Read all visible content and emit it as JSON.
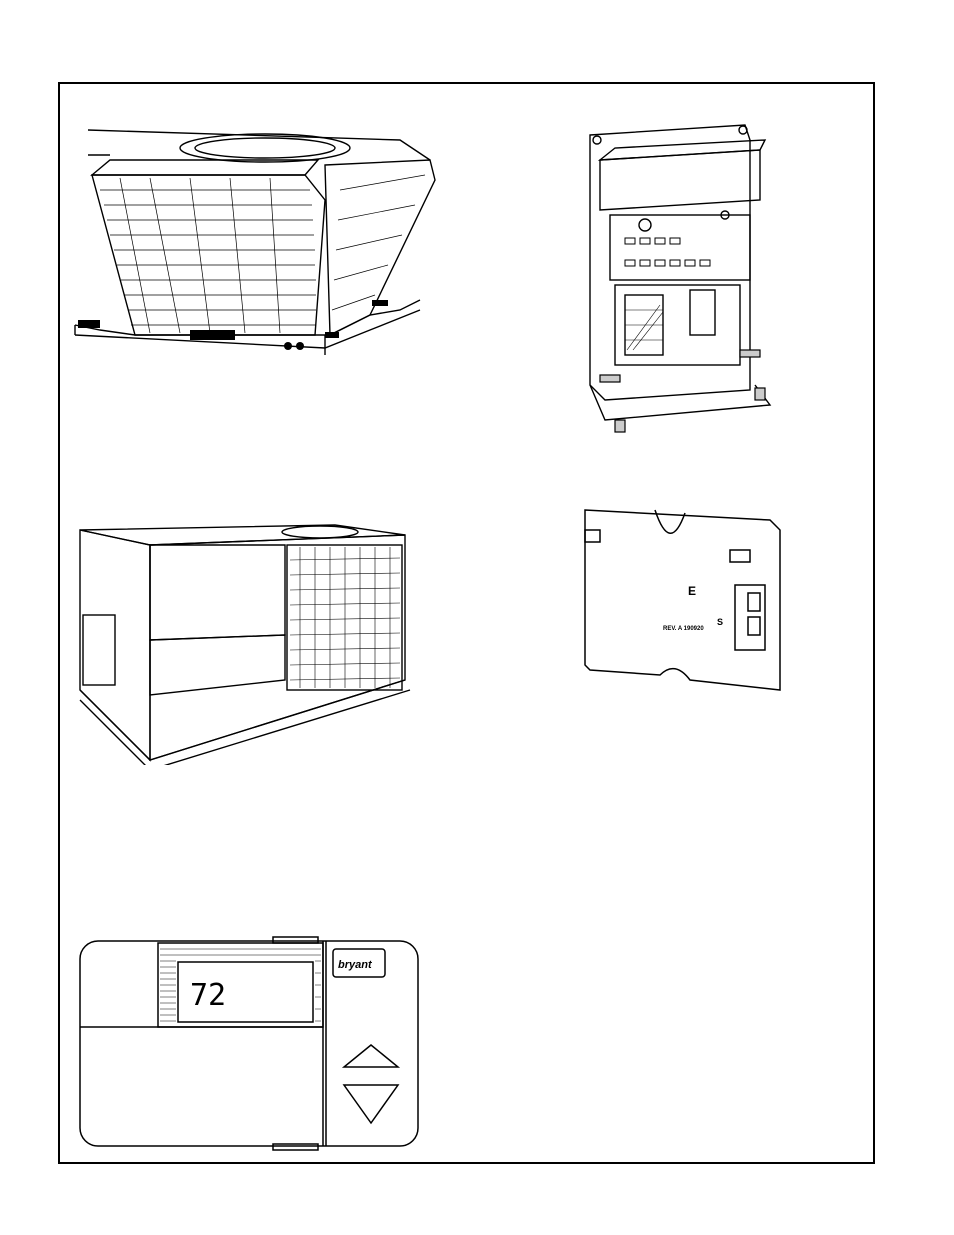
{
  "figures": {
    "rooftop_unit_1": {
      "name": "rooftop-unit-slanted-coil"
    },
    "control_board": {
      "name": "control-board-bracket"
    },
    "rooftop_unit_2": {
      "name": "rooftop-unit-grille"
    },
    "sensor_module": {
      "name": "sensor-module",
      "text_e": "E",
      "text_s": "S",
      "text_rev": "REV. A  190920"
    },
    "thermostat": {
      "name": "thermostat",
      "display_value": "72",
      "brand_logo": "bryant",
      "up_icon": "triangle-up-icon",
      "down_icon": "triangle-down-icon"
    }
  }
}
